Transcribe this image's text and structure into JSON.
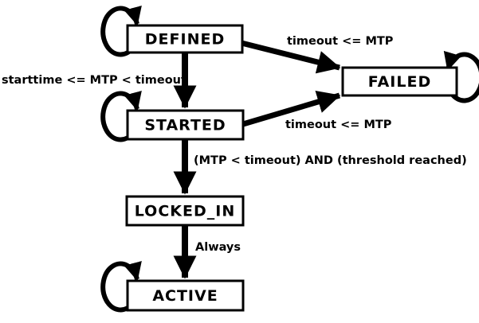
{
  "diagram": {
    "type": "state-machine",
    "background": "#ffffff",
    "colors": {
      "line": "#000000",
      "node_fill": "#ffffff",
      "node_border": "#000000",
      "text": "#000000"
    },
    "states": [
      {
        "label": "DEFINED",
        "self_loop": true
      },
      {
        "label": "FAILED",
        "self_loop": true
      },
      {
        "label": "STARTED",
        "self_loop": true
      },
      {
        "label": "LOCKED_IN",
        "self_loop": false
      },
      {
        "label": "ACTIVE",
        "self_loop": true
      }
    ],
    "transitions": [
      {
        "from": "DEFINED",
        "to": "FAILED",
        "label": "timeout <= MTP"
      },
      {
        "from": "DEFINED",
        "to": "STARTED",
        "label": "starttime <= MTP < timeout"
      },
      {
        "from": "STARTED",
        "to": "FAILED",
        "label": "timeout <= MTP"
      },
      {
        "from": "STARTED",
        "to": "LOCKED_IN",
        "label": "(MTP < timeout) AND (threshold reached)"
      },
      {
        "from": "LOCKED_IN",
        "to": "ACTIVE",
        "label": "Always"
      }
    ]
  }
}
